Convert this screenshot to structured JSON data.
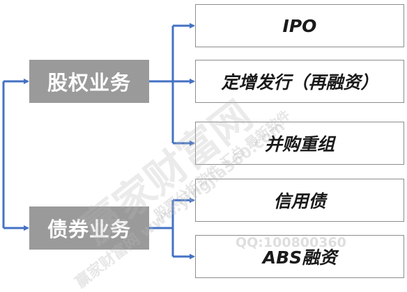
{
  "categories": [
    {
      "label": "股权业务",
      "items": [
        "IPO",
        "定增发行（再融资）",
        "并购重组"
      ]
    },
    {
      "label": "债券业务",
      "items": [
        "信用债",
        "ABS融资"
      ]
    }
  ],
  "watermark": {
    "main": "赢家财富网",
    "line2": "股票分析软件 汇总 最新软件",
    "line3": "赢家财富网 www.yingjia360.com",
    "qq": "QQ:100800360"
  },
  "colors": {
    "connector": "#4472C4",
    "category_fill": "#9a9a9a",
    "item_border": "#8c8c8c"
  }
}
